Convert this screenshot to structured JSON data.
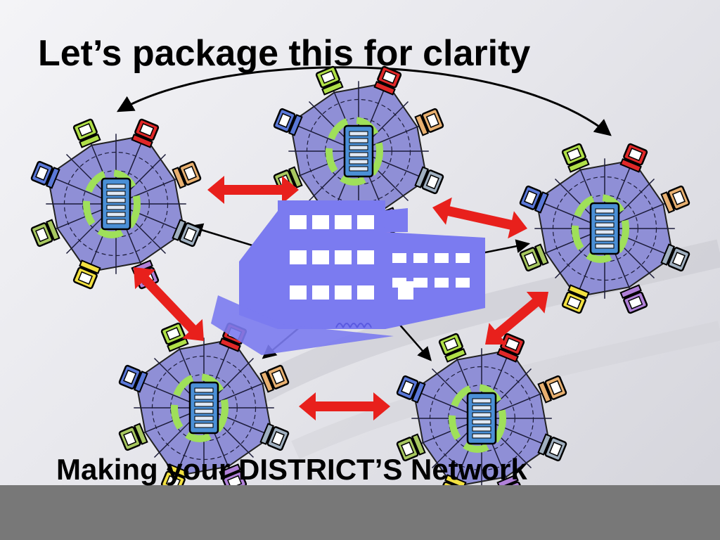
{
  "slide": {
    "title": "Let’s package this for clarity",
    "subtitle": "Making your DISTRICT’S Network"
  },
  "colors": {
    "background": "#e9e9ee",
    "footer_band": "#787878",
    "school_building": "#7b7bf0",
    "web_fill": "#8f8fd6",
    "server_cabinet": "#4a8fd6",
    "server_glow": "#9fe05a",
    "red_arrow": "#e8201c",
    "black_arrow": "#000000"
  },
  "diagram": {
    "nodes": [
      {
        "id": "node-top-left",
        "label": "school network cluster"
      },
      {
        "id": "node-top-center",
        "label": "school network cluster"
      },
      {
        "id": "node-right",
        "label": "school network cluster"
      },
      {
        "id": "node-bottom-left",
        "label": "school network cluster"
      },
      {
        "id": "node-bottom-center",
        "label": "school network cluster"
      }
    ],
    "hub": {
      "id": "district-building",
      "label": "district office building"
    },
    "links": [
      {
        "from": "node-top-left",
        "to": "node-top-center",
        "style": "red-double"
      },
      {
        "from": "node-top-center",
        "to": "node-right",
        "style": "red-double"
      },
      {
        "from": "node-top-left",
        "to": "node-bottom-left",
        "style": "red-double"
      },
      {
        "from": "node-right",
        "to": "node-bottom-center",
        "style": "red-double"
      },
      {
        "from": "node-bottom-left",
        "to": "node-bottom-center",
        "style": "red-double"
      },
      {
        "from": "node-top-left",
        "to": "node-right",
        "style": "black-curved"
      },
      {
        "from": "district-building",
        "to": "node-top-left",
        "style": "black-thin"
      },
      {
        "from": "district-building",
        "to": "node-right",
        "style": "black-thin"
      },
      {
        "from": "district-building",
        "to": "node-bottom-left",
        "style": "black-thin"
      },
      {
        "from": "district-building",
        "to": "node-bottom-center",
        "style": "black-thin"
      }
    ]
  }
}
